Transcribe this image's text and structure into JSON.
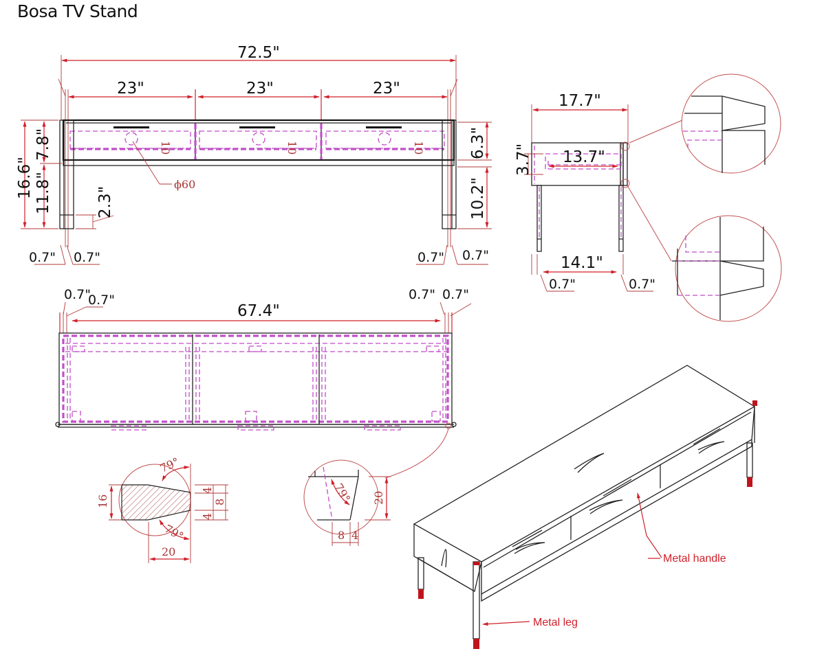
{
  "title": "Bosa TV Stand",
  "front_view": {
    "overall_width": "72.5\"",
    "section_widths": [
      "23\"",
      "23\"",
      "23\""
    ],
    "total_height": "16.6\"",
    "body_height": "7.8\"",
    "leg_height": "11.8\"",
    "foot_height": "2.3\"",
    "drawer_height": "6.3\"",
    "clearance": "10.2\"",
    "leg_offsets_left": [
      "0.7\"",
      "0.7\""
    ],
    "leg_offsets_right": [
      "0.7\"",
      "0.7\""
    ],
    "hole_diameter": "ϕ60",
    "drawer_marks": [
      "10",
      "10",
      "10"
    ]
  },
  "side_view": {
    "depth": "17.7\"",
    "drawer_depth": "13.7\"",
    "drawer_height": "3.7\"",
    "leg_span": "14.1\"",
    "leg_offsets": [
      "0.7\"",
      "0.7\""
    ]
  },
  "top_view": {
    "inner_width": "67.4\"",
    "offsets_left": [
      "0.7\"",
      "0.7\""
    ],
    "offsets_right": [
      "0.7\"",
      "0.7\""
    ]
  },
  "handle_profile": {
    "angle_top": "79°",
    "angle_bottom": "79°",
    "height": "16",
    "length": "20",
    "stack": [
      "4",
      "8",
      "4"
    ]
  },
  "edge_detail": {
    "angle": "79°",
    "height": "20",
    "widths": [
      "8",
      "4"
    ]
  },
  "callouts": {
    "handle": "Metal handle",
    "leg": "Metal leg"
  },
  "colors": {
    "dimension": "#d0202a",
    "hidden_line": "#c04cc8",
    "outline": "#222222"
  }
}
